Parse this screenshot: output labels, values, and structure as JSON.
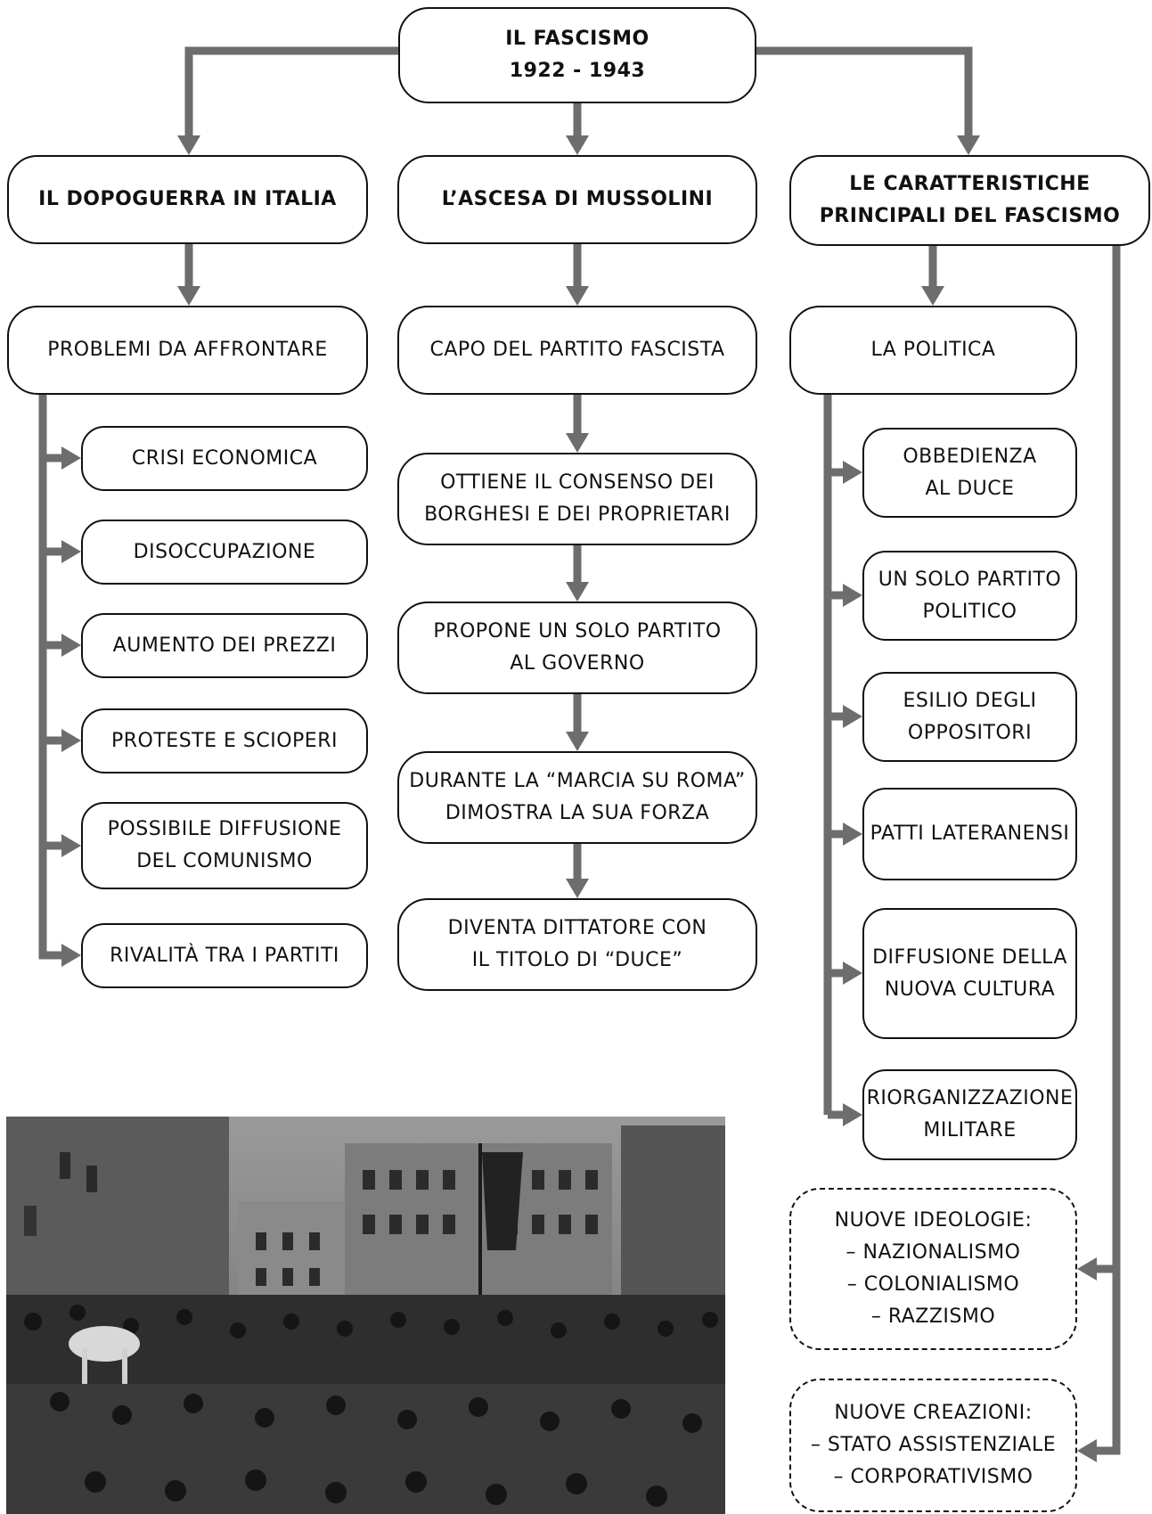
{
  "diagram": {
    "root": {
      "lines": [
        "IL FASCISMO",
        "1922 - 1943"
      ]
    },
    "column1": {
      "title": [
        "IL DOPOGUERRA IN ITALIA"
      ],
      "sub": [
        "PROBLEMI DA AFFRONTARE"
      ],
      "items": [
        [
          "CRISI ECONOMICA"
        ],
        [
          "DISOCCUPAZIONE"
        ],
        [
          "AUMENTO DEI PREZZI"
        ],
        [
          "PROTESTE E SCIOPERI"
        ],
        [
          "POSSIBILE DIFFUSIONE",
          "DEL COMUNISMO"
        ],
        [
          "RIVALITÀ TRA I PARTITI"
        ]
      ]
    },
    "column2": {
      "title": [
        "L’ASCESA DI MUSSOLINI"
      ],
      "steps": [
        [
          "CAPO DEL PARTITO FASCISTA"
        ],
        [
          "OTTIENE IL CONSENSO DEI",
          "BORGHESI E DEI PROPRIETARI"
        ],
        [
          "PROPONE UN SOLO PARTITO",
          "AL GOVERNO"
        ],
        [
          "DURANTE LA “MARCIA SU ROMA”",
          "DIMOSTRA LA SUA FORZA"
        ],
        [
          "DIVENTA DITTATORE CON",
          "IL TITOLO DI “DUCE”"
        ]
      ]
    },
    "column3": {
      "title": [
        "LE CARATTERISTICHE",
        "PRINCIPALI DEL FASCISMO"
      ],
      "sub": [
        "LA POLITICA"
      ],
      "items": [
        [
          "OBBEDIENZA",
          "AL DUCE"
        ],
        [
          "UN SOLO PARTITO",
          "POLITICO"
        ],
        [
          "ESILIO DEGLI",
          "OPPOSITORI"
        ],
        [
          "PATTI LATERANENSI"
        ],
        [
          "DIFFUSIONE DELLA",
          "NUOVA CULTURA"
        ],
        [
          "RIORGANIZZAZIONE",
          "MILITARE"
        ]
      ],
      "extras": [
        [
          "NUOVE IDEOLOGIE:",
          "– NAZIONALISMO",
          "– COLONIALISMO",
          "– RAZZISMO"
        ],
        [
          "NUOVE CREAZIONI:",
          "– STATO ASSISTENZIALE",
          "– CORPORATIVISMO"
        ]
      ]
    }
  },
  "colors": {
    "connector": "#6d6d6d",
    "border": "#111111"
  }
}
